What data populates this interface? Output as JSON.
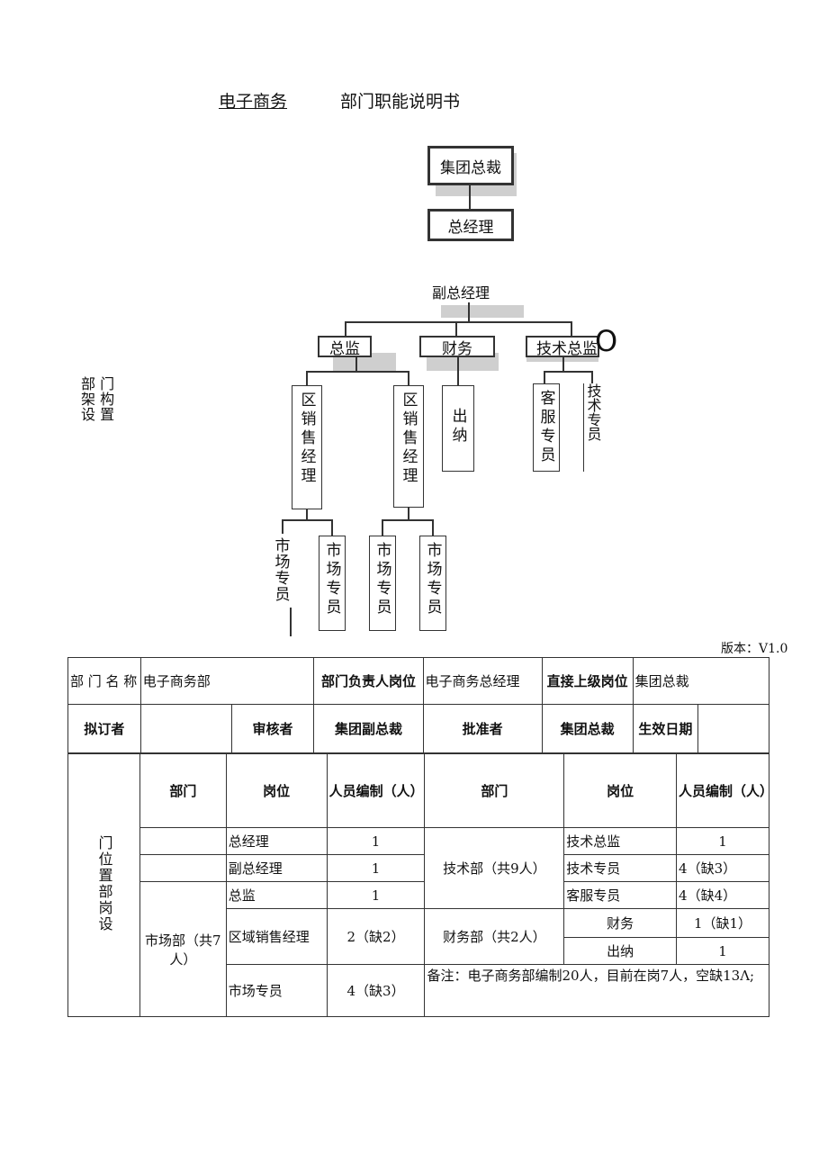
{
  "doc": {
    "title_left": "电子商务",
    "title_right": "部门职能说明书",
    "version": "版本：V1.0",
    "structure_label_1": "部 门",
    "structure_label_2": "架 构",
    "structure_label_3": "设 置"
  },
  "org": {
    "top": "集团总裁",
    "gm": "总经理",
    "vgm": "副总经理",
    "l2": [
      "总监",
      "财务",
      "技术总监"
    ],
    "l3": [
      "区销售经理",
      "区销售经理",
      "出纳",
      "客服专员",
      "技术专员"
    ],
    "l4": [
      "市场专员",
      "市场专员",
      "市场专员",
      "市场专员"
    ],
    "marker": "O"
  },
  "info": {
    "dept_name_label": "部 门 名 称",
    "dept_name": "电子商务部",
    "head_label": "部门负责人岗位",
    "head": "电子商务总经理",
    "superior_label": "直接上级岗位",
    "superior": "集团总裁",
    "drafter_label": "拟订者",
    "drafter": "",
    "reviewer_label": "审核者",
    "reviewer": "集团副总裁",
    "approver_label": "批准者",
    "approver": "集团总裁",
    "effective_label": "生效日期",
    "effective": ""
  },
  "posts": {
    "section_label": "门位置部岗设",
    "headers": [
      "部门",
      "岗位",
      "人员编制（人）",
      "部门",
      "岗位",
      "人员编制（人）"
    ],
    "left": [
      {
        "dept": "",
        "post": "总经理",
        "count": "1"
      },
      {
        "dept": "",
        "post": "副总经理",
        "count": "1"
      },
      {
        "dept": "市场部（共7人）",
        "post": "总监",
        "count": "1"
      },
      {
        "dept": "",
        "post": "区域销售经理",
        "count": "2（缺2）"
      },
      {
        "dept": "",
        "post": "市场专员",
        "count": "4（缺3）"
      }
    ],
    "right": [
      {
        "dept": "技术部（共9人）",
        "post": "技术总监",
        "count": "1"
      },
      {
        "dept": "",
        "post": "技术专员",
        "count": "4（缺3）"
      },
      {
        "dept": "",
        "post": "客服专员",
        "count": "4（缺4）"
      },
      {
        "dept": "财务部（共2人）",
        "post": "财务",
        "count": "1（缺1）"
      },
      {
        "dept": "",
        "post": "出纳",
        "count": "1"
      }
    ],
    "note": "备注：电子商务部编制20人，目前在岗7人，空缺13Λ;"
  }
}
